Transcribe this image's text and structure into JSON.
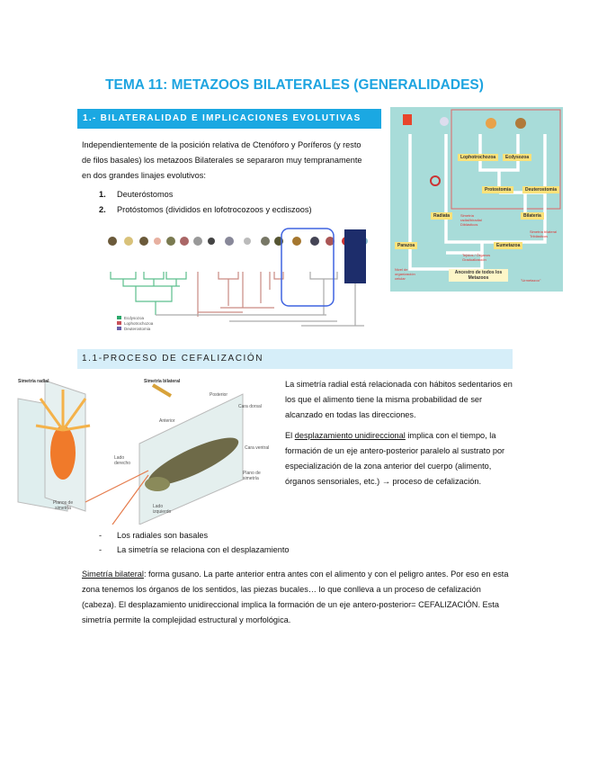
{
  "title": "TEMA 11: METAZOOS BILATERALES (GENERALIDADES)",
  "section1": {
    "heading": "1.- BILATERALIDAD E IMPLICACIONES EVOLUTIVAS",
    "paragraph": "Independientemente de la posición relativa de Ctenóforo y Poríferos (y resto de filos basales) los metazoos Bilaterales se separaron muy tempranamente en dos grandes linajes evolutivos:",
    "list": [
      {
        "num": "1.",
        "text": "Deuteróstomos"
      },
      {
        "num": "2.",
        "text": "Protóstomos (divididos en lofotrocozoos y ecdiszoos)"
      }
    ],
    "phylo_legend": [
      "Ecdysozoa",
      "Lophotrochozoa",
      "Deuterostomia"
    ],
    "phylo_colors": {
      "ecdysozoa": "#2aa86a",
      "lophotrochozoa": "#c77a6e",
      "deuterostomia": "#6a5fa8",
      "highlight": "#3f63e0"
    },
    "tree": {
      "nodes": [
        "Lophotrochozoa",
        "Ecdysozoa",
        "Protostomia",
        "Deuterostomia",
        "Radiata",
        "Bilateria",
        "Parazoa",
        "Eumetazoa",
        "Ancestro de todos los Metazoos"
      ],
      "notes": [
        "Simetría radial/biradial Diblásticos",
        "Simetría bilateral Triblásticos",
        "Tejidos / Órganos Gradualización",
        "Nivel de organización celular",
        "\"Urmetazoo\""
      ]
    }
  },
  "section2": {
    "heading": "1.1-PROCESO DE CEFALIZACIÓN",
    "figure_labels": {
      "radial": "Simetría radial",
      "bilateral": "Simetría bilateral",
      "posterior": "Posterior",
      "dorsal": "Cara dorsal",
      "anterior": "Anterior",
      "ventral": "Cara ventral",
      "right": "Lado derecho",
      "plane": "Plano de simetría",
      "left": "Lado izquierdo",
      "planes": "Planos de simetría"
    },
    "para1": "La simetría radial está relacionada con hábitos sedentarios en los que el alimento tiene la misma probabilidad de ser alcanzado en todas las direcciones.",
    "para2_prefix": "El ",
    "para2_underline": "desplazamiento unidireccional",
    "para2_rest": " implica con el tiempo, la formación de un eje antero-posterior paralelo al sustrato por especialización de la zona anterior del cuerpo (alimento, órganos sensoriales, etc.) → proceso de cefalización.",
    "bullets": [
      "Los radiales son basales",
      "La simetría se relaciona con el desplazamiento"
    ],
    "final_underline": "Simetría bilateral",
    "final_text": ": forma gusano. La parte anterior entra antes con el alimento y con el peligro antes. Por eso en esta zona tenemos los órganos de los sentidos, las piezas bucales… lo que conlleva a un proceso de cefalización (cabeza). El desplazamiento unidireccional implica la formación de un eje antero-posterior= CEFALIZACIÓN. Esta simetría permite la complejidad estructural y morfológica."
  },
  "colors": {
    "title": "#1ea4e0",
    "bar": "#1ba8e2",
    "subbar": "#d6eef9",
    "tree_bg": "#a8dcd9"
  }
}
